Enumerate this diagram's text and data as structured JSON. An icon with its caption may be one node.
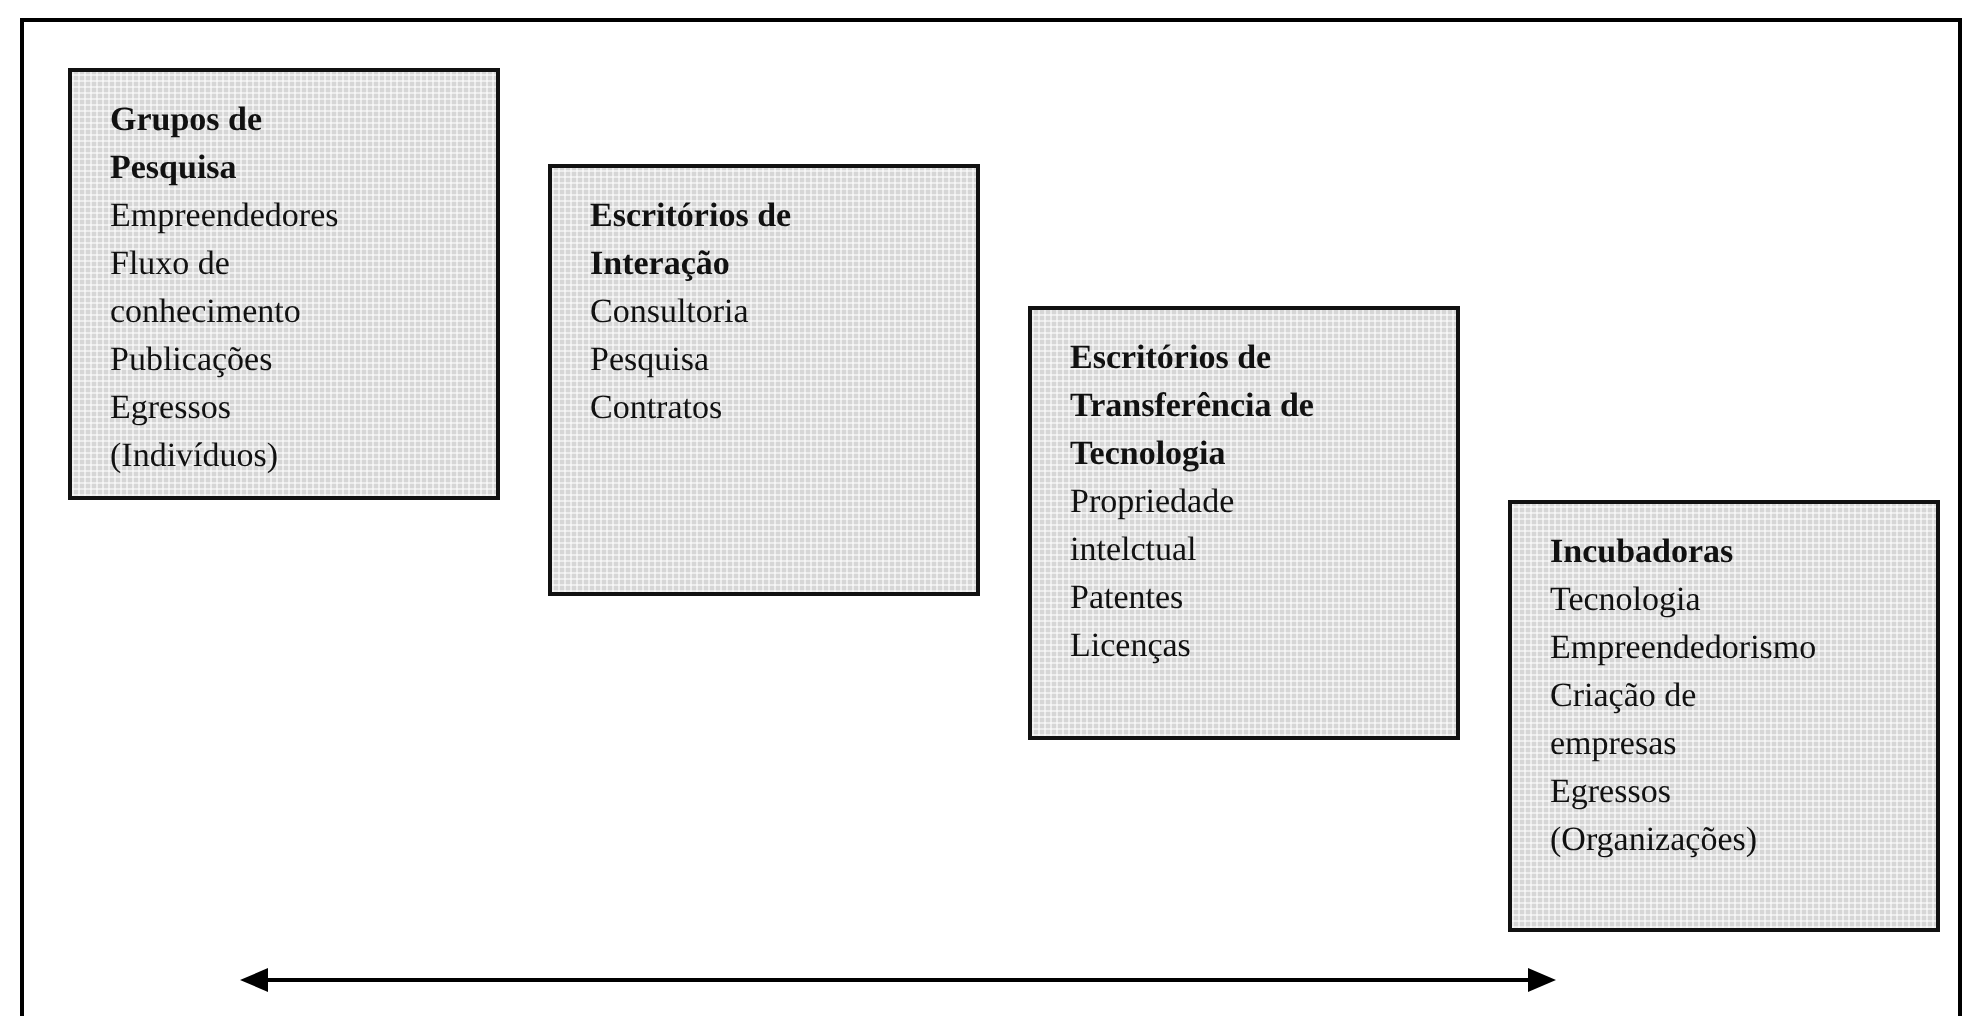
{
  "diagram": {
    "nodes": [
      {
        "text": [
          "Grupos de Pesquisa",
          "Empreendedores",
          "Fluxo de conhecimento",
          "Publicações",
          "Egressos (Indivíduos)"
        ]
      },
      {
        "text": [
          "Escritórios de Interação",
          "Consultoria",
          "Pesquisa",
          "Contratos"
        ]
      },
      {
        "text": [
          "Escritórios de Transferência de Tecnologia",
          "Propriedade intelctual",
          "Patentes",
          "Licenças"
        ]
      },
      {
        "text": [
          "Incubadoras",
          "Tecnologia",
          "Empreendedorismo",
          "Criação de empresas",
          "Egressos (Organizações)"
        ]
      }
    ]
  }
}
